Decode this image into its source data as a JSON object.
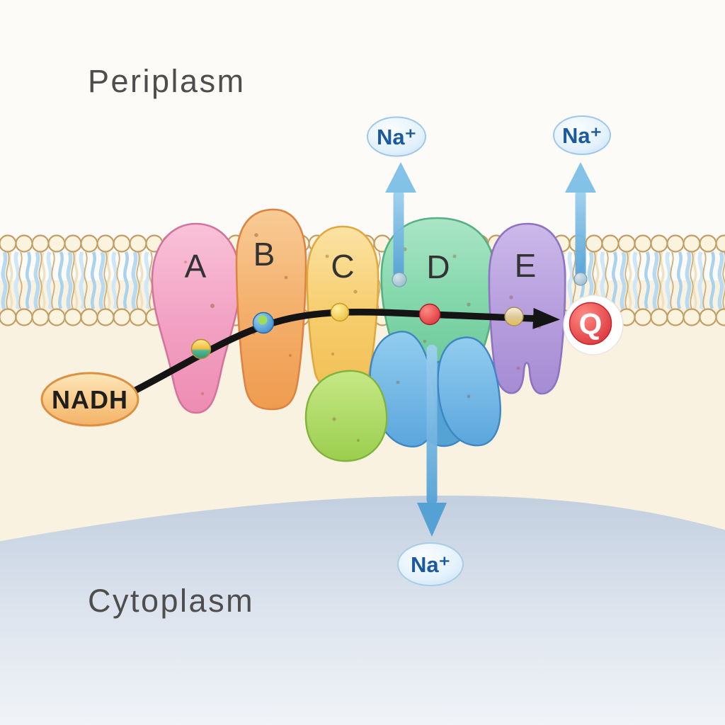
{
  "diagram": {
    "region_labels": {
      "top": "Periplasm",
      "bottom": "Cytoplasm"
    },
    "substrate_label": "NADH",
    "quinone_label": "Q",
    "subunits": [
      {
        "label": "A",
        "color": "#ef8fb4"
      },
      {
        "label": "B",
        "color": "#f0a254"
      },
      {
        "label": "C",
        "color": "#f3c45e"
      },
      {
        "label": "D",
        "color": "#6fcf9f"
      },
      {
        "label": "E",
        "color": "#a98fd6"
      }
    ],
    "ions": [
      {
        "label": "Na⁺",
        "direction": "up",
        "position": "top-left"
      },
      {
        "label": "Na⁺",
        "direction": "up",
        "position": "top-right"
      },
      {
        "label": "Na⁺",
        "direction": "down",
        "position": "bottom"
      }
    ],
    "colors": {
      "arrow_blue": "#6fb4e1",
      "electron_path_black": "#141414",
      "quinone_red": "#dd3a43",
      "sodium_text_blue": "#1c5a9e",
      "membrane_outline_tan": "#c49d64",
      "cytoplasm_fill": "#c2cfdf",
      "periplasm_bg": "#fcfbf7",
      "below_membrane_bg": "#faf2e1"
    }
  }
}
